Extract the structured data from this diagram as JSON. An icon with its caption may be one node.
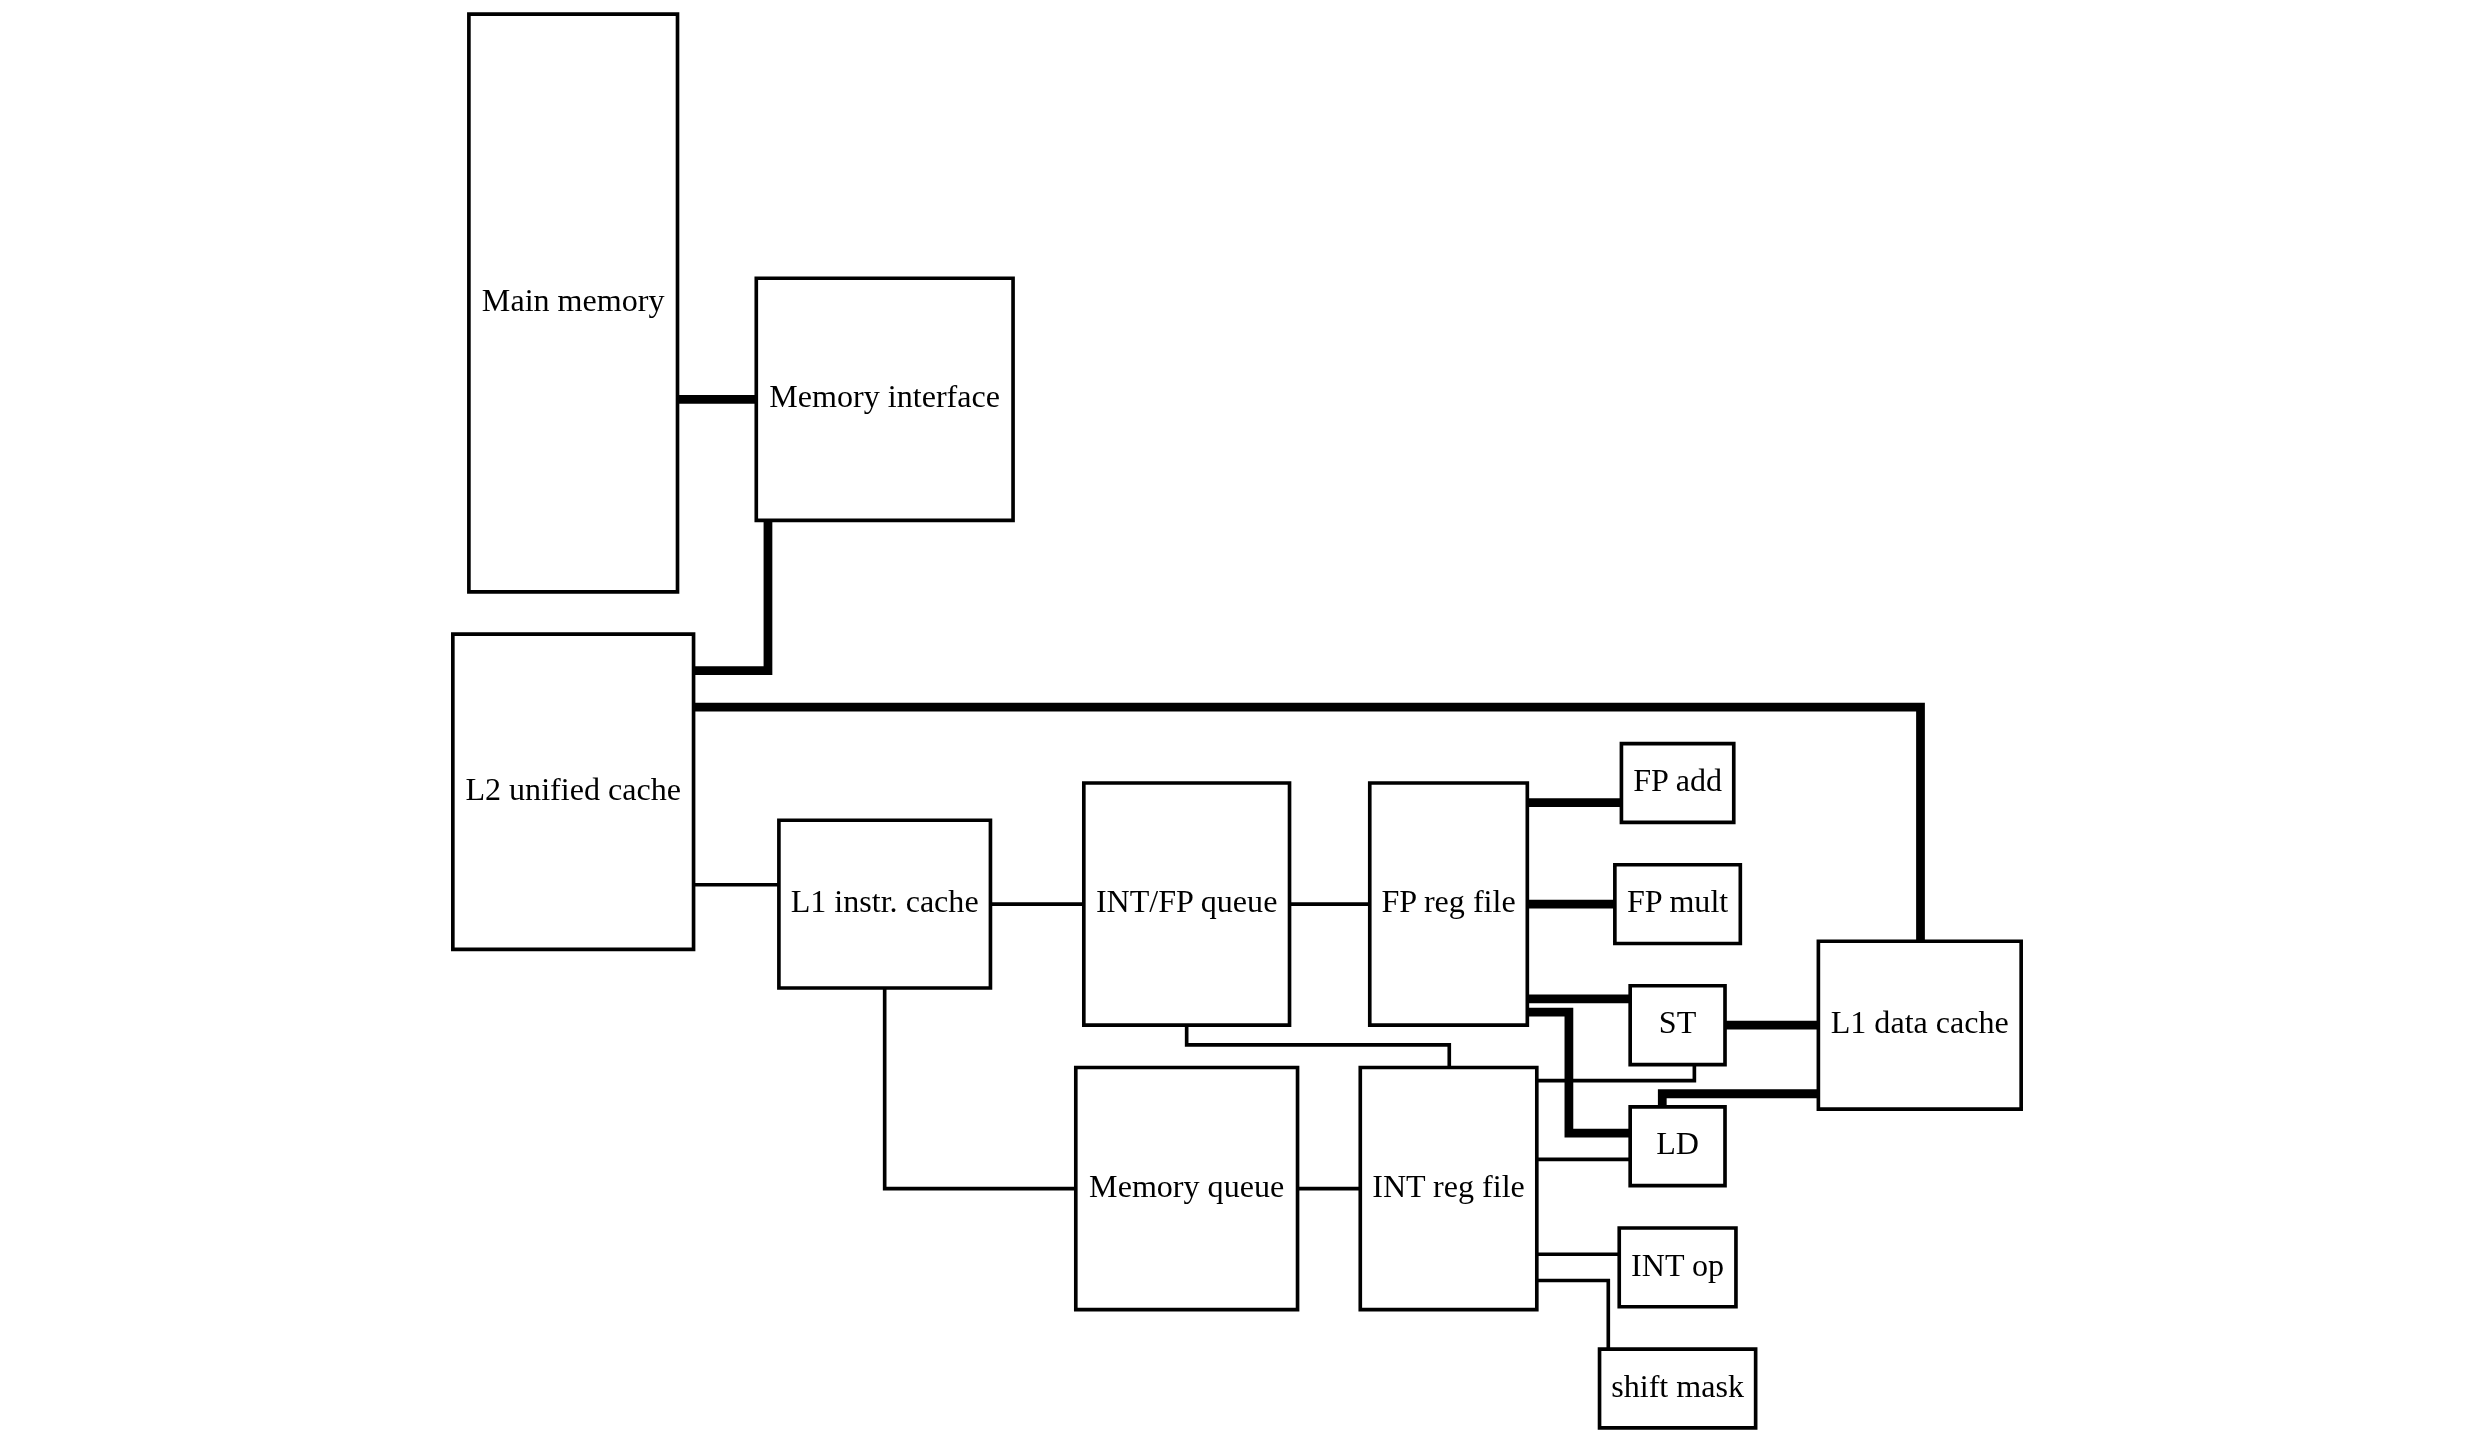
{
  "diagram": {
    "nodes": [
      {
        "text": [
          "Main memory"
        ]
      },
      {
        "text": [
          "L2 unified cache"
        ]
      },
      {
        "text": [
          "Memory interface"
        ]
      },
      {
        "text": [
          "L1 data cache"
        ]
      },
      {
        "text": [
          "L1 instr. cache"
        ]
      },
      {
        "text": [
          "Memory queue"
        ]
      },
      {
        "text": [
          "INT/FP queue"
        ]
      },
      {
        "text": [
          "INT reg file"
        ]
      },
      {
        "text": [
          "FP reg file"
        ]
      },
      {
        "text": [
          "shift mask"
        ]
      },
      {
        "text": [
          "INT op"
        ]
      },
      {
        "text": [
          "LD"
        ]
      },
      {
        "text": [
          "ST"
        ]
      },
      {
        "text": [
          "FP mult"
        ]
      },
      {
        "text": [
          "FP add"
        ]
      }
    ],
    "edges": [
      {
        "from": 0,
        "to": 2,
        "arrow": "none",
        "style": "thick"
      },
      {
        "from": 1,
        "to": 2,
        "arrow": "none",
        "style": "thick"
      },
      {
        "from": 1,
        "to": 3,
        "arrow": "none",
        "style": "thick"
      },
      {
        "from": 1,
        "to": 4,
        "arrow": "none"
      },
      {
        "from": 4,
        "to": 5,
        "arrow": "none"
      },
      {
        "from": 4,
        "to": 6,
        "arrow": "none"
      },
      {
        "from": 5,
        "to": 7,
        "arrow": "none"
      },
      {
        "from": 6,
        "to": 7,
        "arrow": "none"
      },
      {
        "from": 6,
        "to": 8,
        "arrow": "none"
      },
      {
        "from": 7,
        "to": 9,
        "arrow": "none"
      },
      {
        "from": 7,
        "to": 10,
        "arrow": "none"
      },
      {
        "from": 7,
        "to": 11,
        "arrow": "none"
      },
      {
        "from": 7,
        "to": 12,
        "arrow": "none"
      },
      {
        "from": 8,
        "to": 11,
        "arrow": "none",
        "style": "thick"
      },
      {
        "from": 8,
        "to": 12,
        "arrow": "none",
        "style": "thick"
      },
      {
        "from": 8,
        "to": 13,
        "arrow": "none",
        "style": "thick"
      },
      {
        "from": 8,
        "to": 14,
        "arrow": "none",
        "style": "thick"
      },
      {
        "from": 11,
        "to": 3,
        "arrow": "none",
        "style": "thick"
      },
      {
        "from": 12,
        "to": 3,
        "arrow": "none",
        "style": "thick"
      }
    ]
  }
}
